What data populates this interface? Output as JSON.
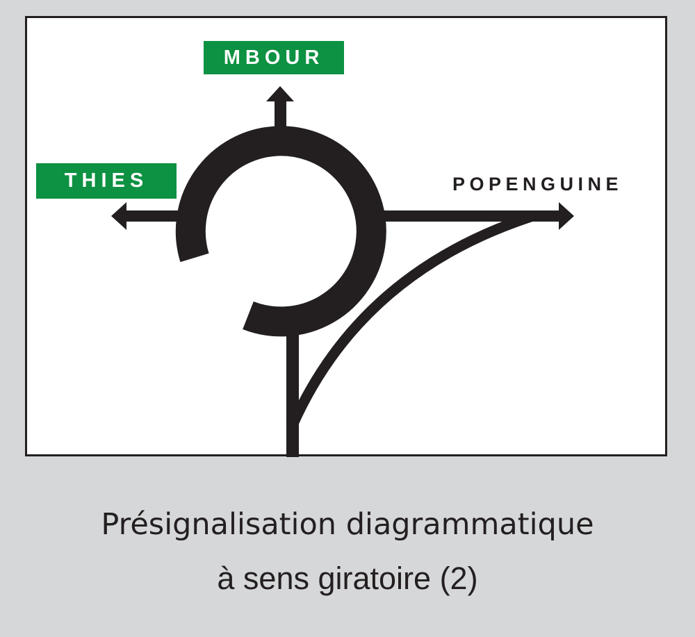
{
  "sign": {
    "destinations": {
      "top": "MBOUR",
      "left": "THIES",
      "right": "POPENGUINE"
    },
    "colors": {
      "label_green": "#0d9142",
      "road_black": "#231f20",
      "panel_white": "#ffffff",
      "background_gray": "#d6d7d9"
    }
  },
  "caption": {
    "line1": "Présignalisation diagrammatique",
    "line2": "à sens giratoire (2)"
  }
}
